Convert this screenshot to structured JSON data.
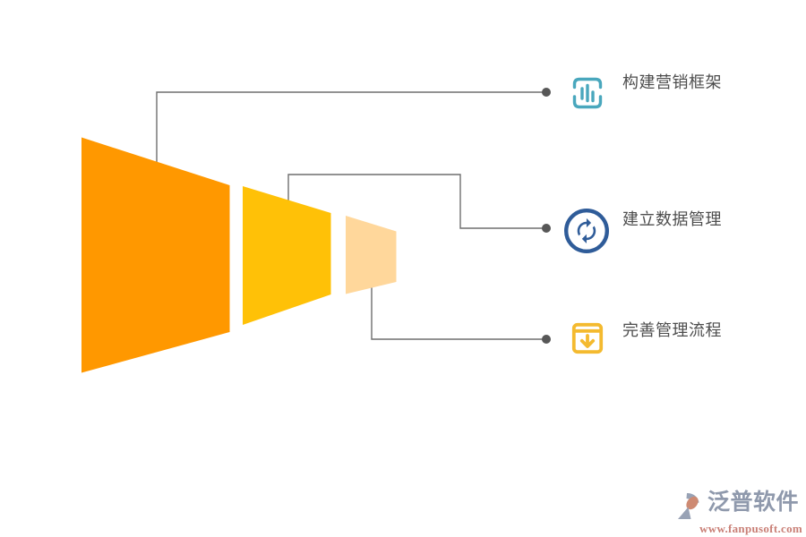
{
  "diagram": {
    "funnel": {
      "segments": [
        {
          "name": "stage-1-largest",
          "color": "#FF9800"
        },
        {
          "name": "stage-2-medium",
          "color": "#FFC107"
        },
        {
          "name": "stage-3-smallest",
          "color": "#FFD79B"
        }
      ]
    },
    "connector": {
      "line_color": "#6E6E6E",
      "dot_color": "#575757"
    },
    "items": [
      {
        "label": "构建营销框架",
        "icon": "bar-chart-frame-icon",
        "icon_color": "#49A7BD"
      },
      {
        "label": "建立数据管理",
        "icon": "sync-circle-icon",
        "icon_color": "#2F5C99"
      },
      {
        "label": "完善管理流程",
        "icon": "package-download-icon",
        "icon_color": "#F4BA2F"
      }
    ],
    "label_color": "#4D4D4D"
  },
  "watermark": {
    "brand": "泛普软件",
    "url": "www.fanpusoft.com",
    "brand_color": "#8F99AC",
    "url_color": "#C97F76",
    "logo_primary": "#98A2B5",
    "logo_accent": "#CE8A72"
  }
}
